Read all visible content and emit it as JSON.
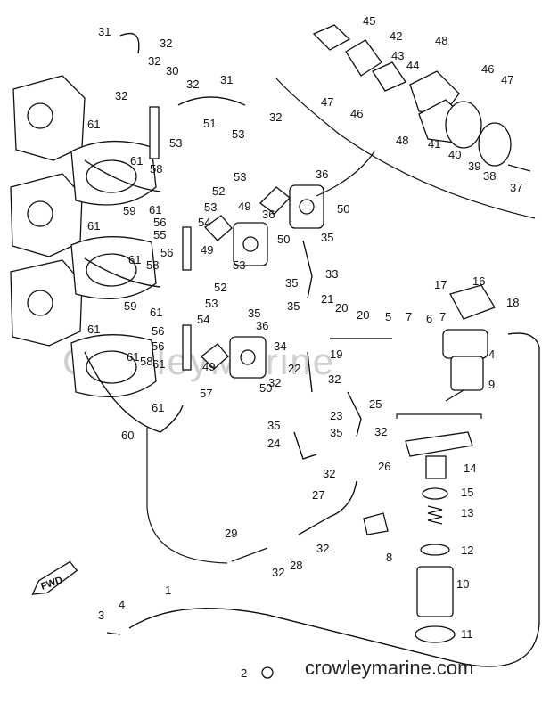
{
  "part_numbers": [
    "1",
    "2",
    "3",
    "4",
    "5",
    "6",
    "7",
    "8",
    "9",
    "10",
    "11",
    "12",
    "13",
    "14",
    "15",
    "16",
    "17",
    "18",
    "19",
    "20",
    "21",
    "22",
    "23",
    "24",
    "25",
    "26",
    "27",
    "28",
    "29",
    "30",
    "31",
    "32",
    "33",
    "34",
    "35",
    "36",
    "37",
    "38",
    "39",
    "40",
    "41",
    "42",
    "43",
    "44",
    "45",
    "46",
    "47",
    "48",
    "49",
    "50",
    "51",
    "52",
    "53",
    "54",
    "55",
    "56",
    "57",
    "58",
    "59",
    "60",
    "61"
  ],
  "labels": {
    "fwd": "FWD",
    "watermark": "crowleymarine.com",
    "faint_watermark": "CrowleyMarine"
  }
}
